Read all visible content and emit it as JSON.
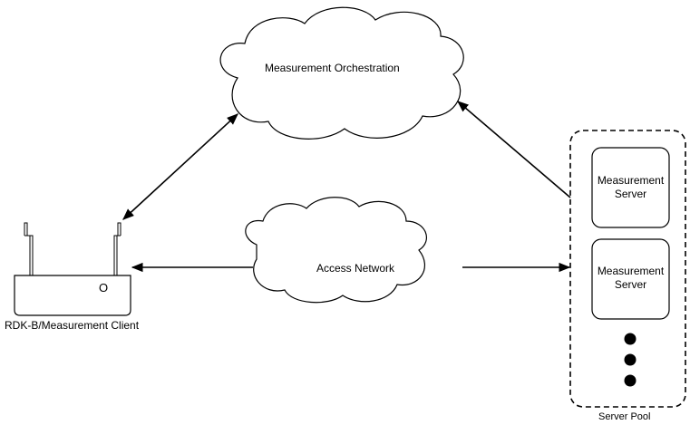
{
  "clouds": {
    "orchestration": "Measurement Orchestration",
    "access_network": "Access Network"
  },
  "client": {
    "label": "RDK-B/Measurement Client",
    "led_glyph": "O"
  },
  "server_pool": {
    "label": "Server Pool",
    "servers": [
      {
        "line1": "Measurement",
        "line2": "Server"
      },
      {
        "line1": "Measurement",
        "line2": "Server"
      }
    ],
    "more_indicator": "ellipsis-dots"
  }
}
